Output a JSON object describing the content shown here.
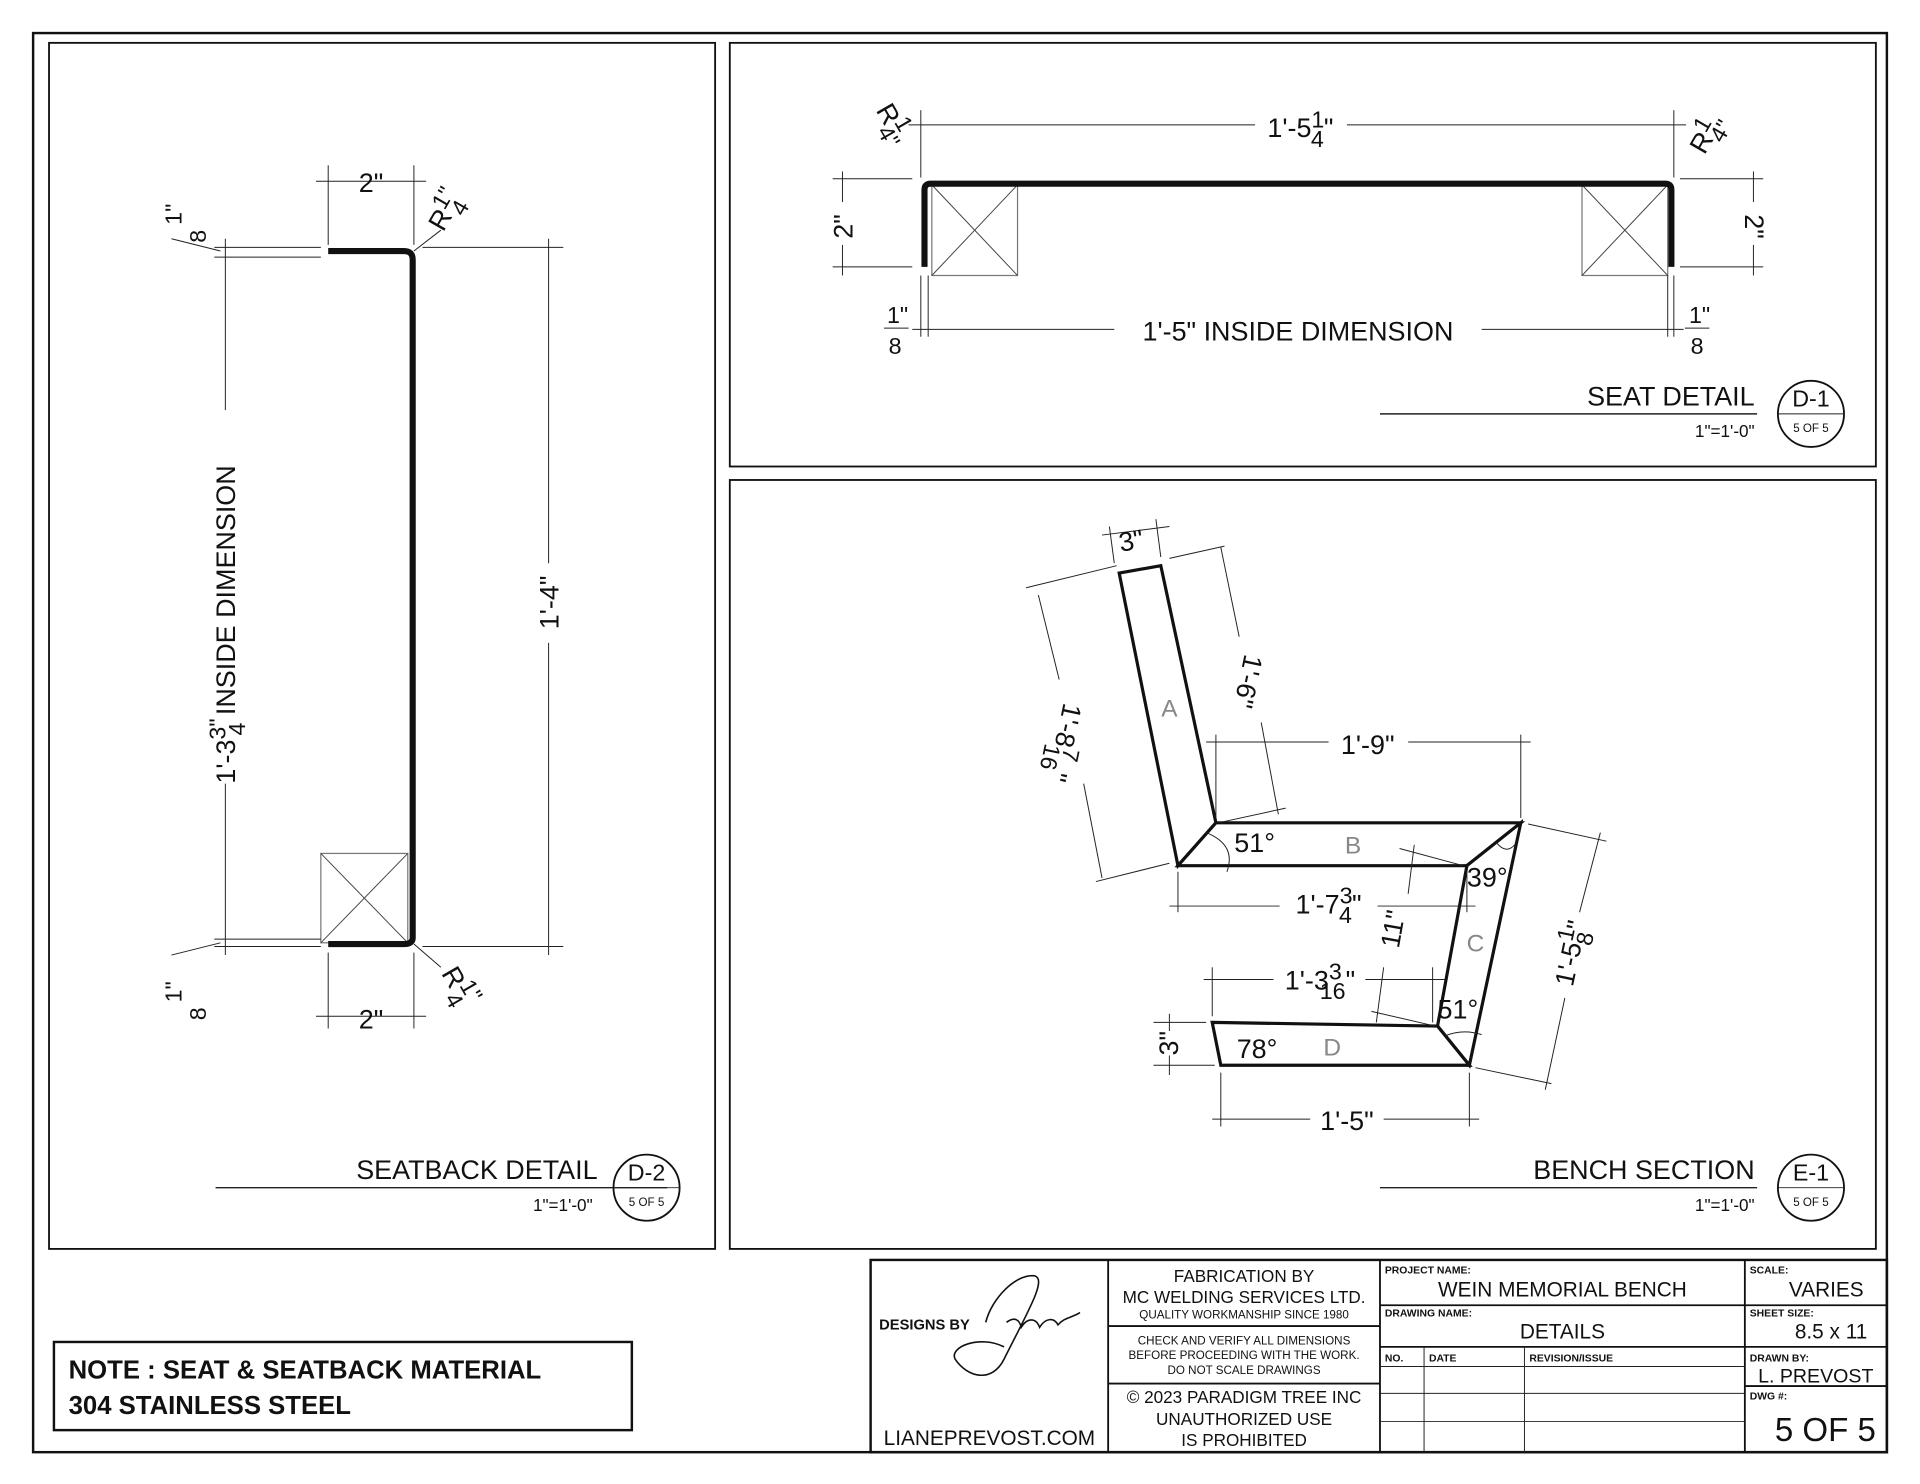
{
  "seatback_detail": {
    "title": "SEATBACK DETAIL",
    "scale": "1\"=1'-0\"",
    "ref": "D-2",
    "sheet": "5 OF 5",
    "dims": {
      "flange_top": "2\"",
      "flange_bottom": "2\"",
      "thickness_top": {
        "num": "1\"",
        "den": "8"
      },
      "thickness_bottom": {
        "num": "1\"",
        "den": "8"
      },
      "radius_top": {
        "prefix": "R",
        "num": "1\"",
        "den": "4"
      },
      "radius_bottom": {
        "prefix": "R",
        "num": "1\"",
        "den": "4"
      },
      "inside": {
        "whole": "1'-3",
        "num": "3\"",
        "den": "4",
        "suffix": " INSIDE DIMENSION"
      },
      "overall": "1'-4\""
    }
  },
  "seat_detail": {
    "title": "SEAT DETAIL",
    "scale": "1\"=1'-0\"",
    "ref": "D-1",
    "sheet": "5 OF 5",
    "dims": {
      "overall": {
        "whole": "1'-5",
        "num": "1",
        "den": "4",
        "suffix": "\""
      },
      "inside": "1'-5\" INSIDE DIMENSION",
      "leg_left": "2\"",
      "leg_right": "2\"",
      "radius_left": {
        "prefix": "R",
        "num": "1",
        "den": "4\""
      },
      "radius_right": {
        "prefix": "R",
        "num": "1",
        "den": "4\""
      },
      "thickness_left": {
        "num": "1\"",
        "den": "8"
      },
      "thickness_right": {
        "num": "1\"",
        "den": "8"
      }
    }
  },
  "bench_section": {
    "title": "BENCH SECTION",
    "scale": "1\"=1'-0\"",
    "ref": "E-1",
    "sheet": "5 OF 5",
    "parts": [
      "A",
      "B",
      "C",
      "D"
    ],
    "dims": {
      "a_width": "3\"",
      "a_inner": "1'-6\"",
      "a_outer": {
        "whole": "1'-8",
        "num": "7",
        "den": "16",
        "suffix": "\""
      },
      "b_top": "1'-9\"",
      "b_bottom": {
        "whole": "1'-7",
        "num": "3",
        "den": "4",
        "suffix": "\""
      },
      "c_inner": "11\"",
      "c_outer": {
        "whole": "1'-5",
        "num": "1",
        "den": "8",
        "suffix": "\""
      },
      "d_top": {
        "whole": "1'-3",
        "num": "3",
        "den": "16",
        "suffix": "\""
      },
      "d_width": "3\"",
      "d_bottom": "1'-5\""
    },
    "angles": [
      "51°",
      "39°",
      "51°",
      "78°"
    ]
  },
  "note": {
    "line1": "NOTE : SEAT & SEATBACK MATERIAL",
    "line2": "304 STAINLESS STEEL"
  },
  "title_block": {
    "logo_prefix": "DESIGNS BY",
    "logo_script": "Liane",
    "website": "LIANEPREVOST.COM",
    "fabrication": [
      "FABRICATION BY",
      "MC WELDING SERVICES LTD.",
      "QUALITY WORKMANSHIP SINCE 1980"
    ],
    "check": [
      "CHECK AND VERIFY ALL DIMENSIONS",
      "BEFORE PROCEEDING WITH THE WORK.",
      "DO NOT SCALE DRAWINGS"
    ],
    "copyright": [
      "© 2023 PARADIGM TREE INC",
      "UNAUTHORIZED USE",
      "IS PROHIBITED"
    ],
    "project_name_label": "PROJECT NAME:",
    "project_name": "WEIN MEMORIAL BENCH",
    "drawing_name_label": "DRAWING NAME:",
    "drawing_name": "DETAILS",
    "rev_headers": [
      "NO.",
      "DATE",
      "REVISION/ISSUE"
    ],
    "scale_label": "SCALE:",
    "scale": "VARIES",
    "sheet_size_label": "SHEET SIZE:",
    "sheet_size": "8.5 x 11",
    "drawn_by_label": "DRAWN BY:",
    "drawn_by": "L. PREVOST",
    "dwg_label": "DWG #:",
    "dwg": "5 OF 5"
  }
}
